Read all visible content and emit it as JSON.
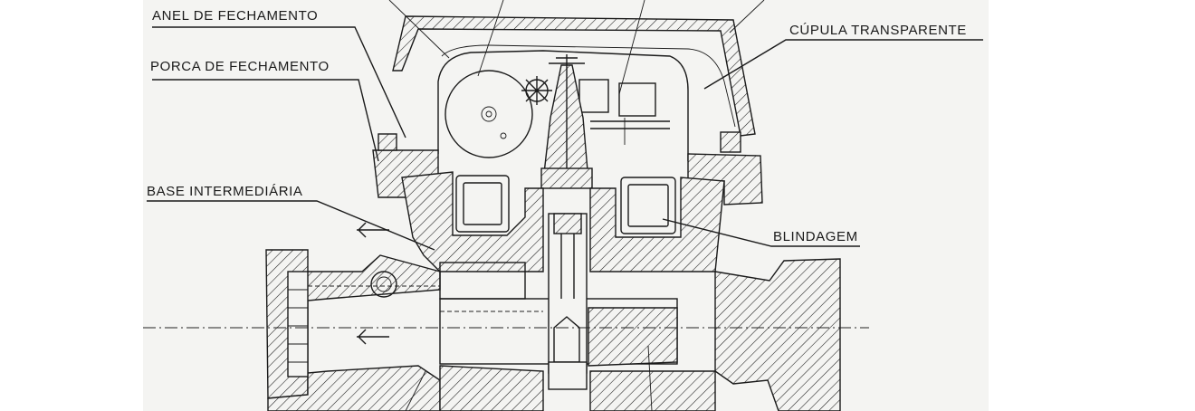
{
  "labels": {
    "anel_de_fechamento": "ANEL DE FECHAMENTO",
    "porca_de_fechamento": "PORCA DE FECHAMENTO",
    "base_intermediaria": "BASE INTERMEDIÁRIA",
    "cupula_transparente": "CÚPULA TRANSPARENTE",
    "blindagem": "BLINDAGEM"
  }
}
